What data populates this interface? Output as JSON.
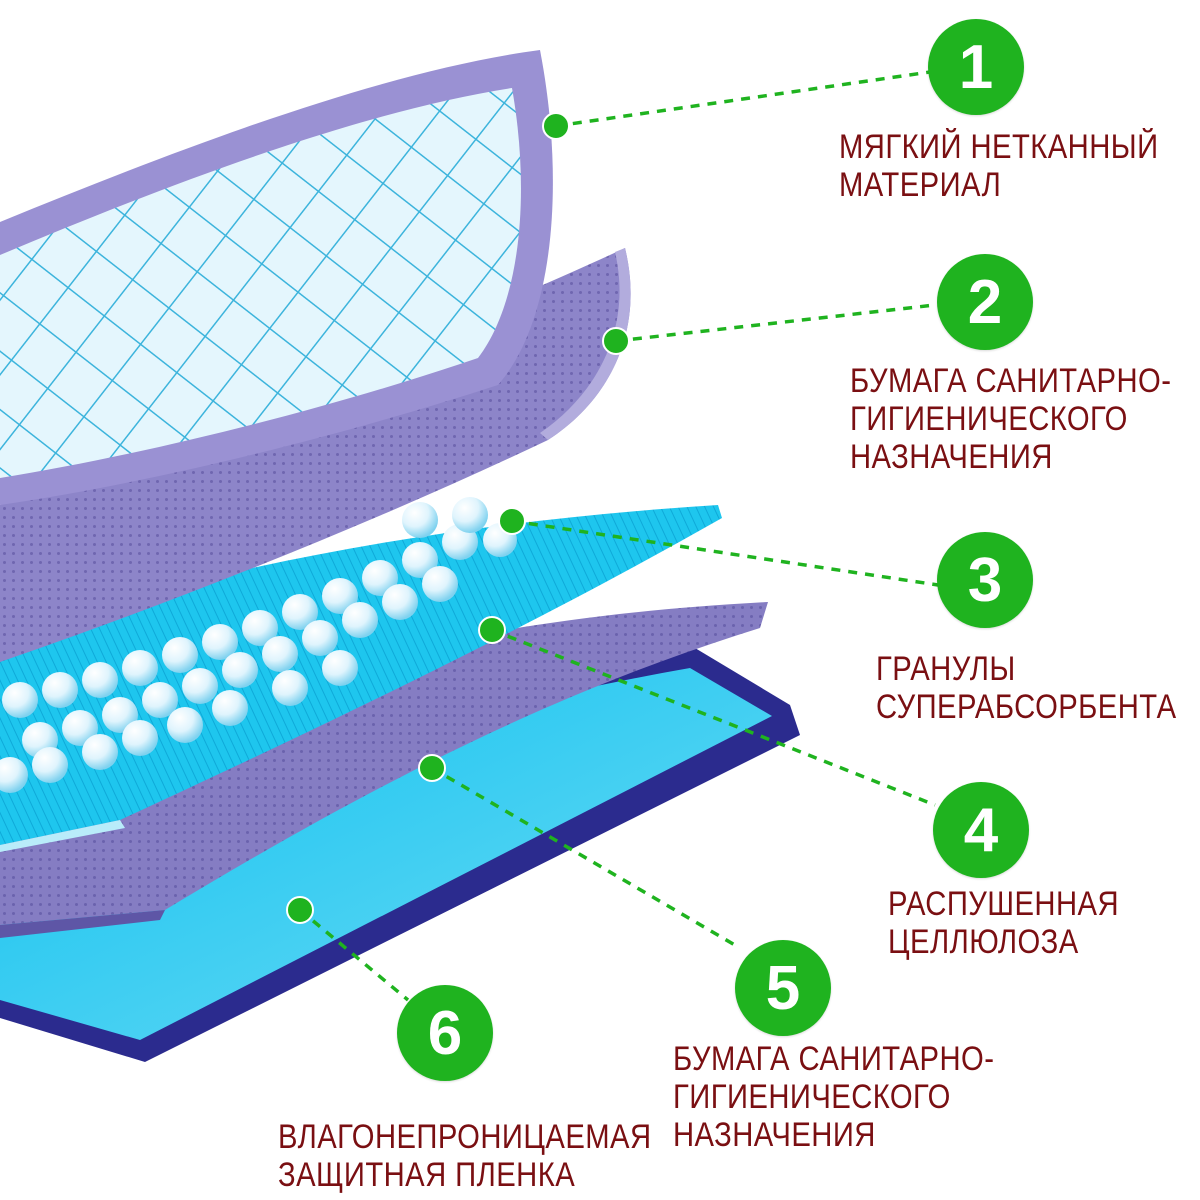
{
  "colors": {
    "accent_green": "#1fb31f",
    "label_red": "#7a0f12",
    "purple_sheet": "#8c86c8",
    "dark_blue_film": "#2a2a8c",
    "cyan_layer": "#2cc1e6"
  },
  "layers": [
    {
      "number": "1",
      "lines": [
        "МЯГКИЙ НЕТКАННЫЙ",
        "МАТЕРИАЛ"
      ]
    },
    {
      "number": "2",
      "lines": [
        "БУМАГА САНИТАРНО-",
        "ГИГИЕНИЧЕСКОГО",
        "НАЗНАЧЕНИЯ"
      ]
    },
    {
      "number": "3",
      "lines": [
        "ГРАНУЛЫ",
        "СУПЕРАБСОРБЕНТА"
      ]
    },
    {
      "number": "4",
      "lines": [
        "РАСПУШЕННАЯ",
        "ЦЕЛЛЮЛОЗА"
      ]
    },
    {
      "number": "5",
      "lines": [
        "БУМАГА САНИТАРНО-",
        "ГИГИЕНИЧЕСКОГО",
        "НАЗНАЧЕНИЯ"
      ]
    },
    {
      "number": "6",
      "lines": [
        "ВЛАГОНЕПРОНИЦАЕМАЯ",
        "ЗАЩИТНАЯ ПЛЕНКА"
      ]
    }
  ]
}
